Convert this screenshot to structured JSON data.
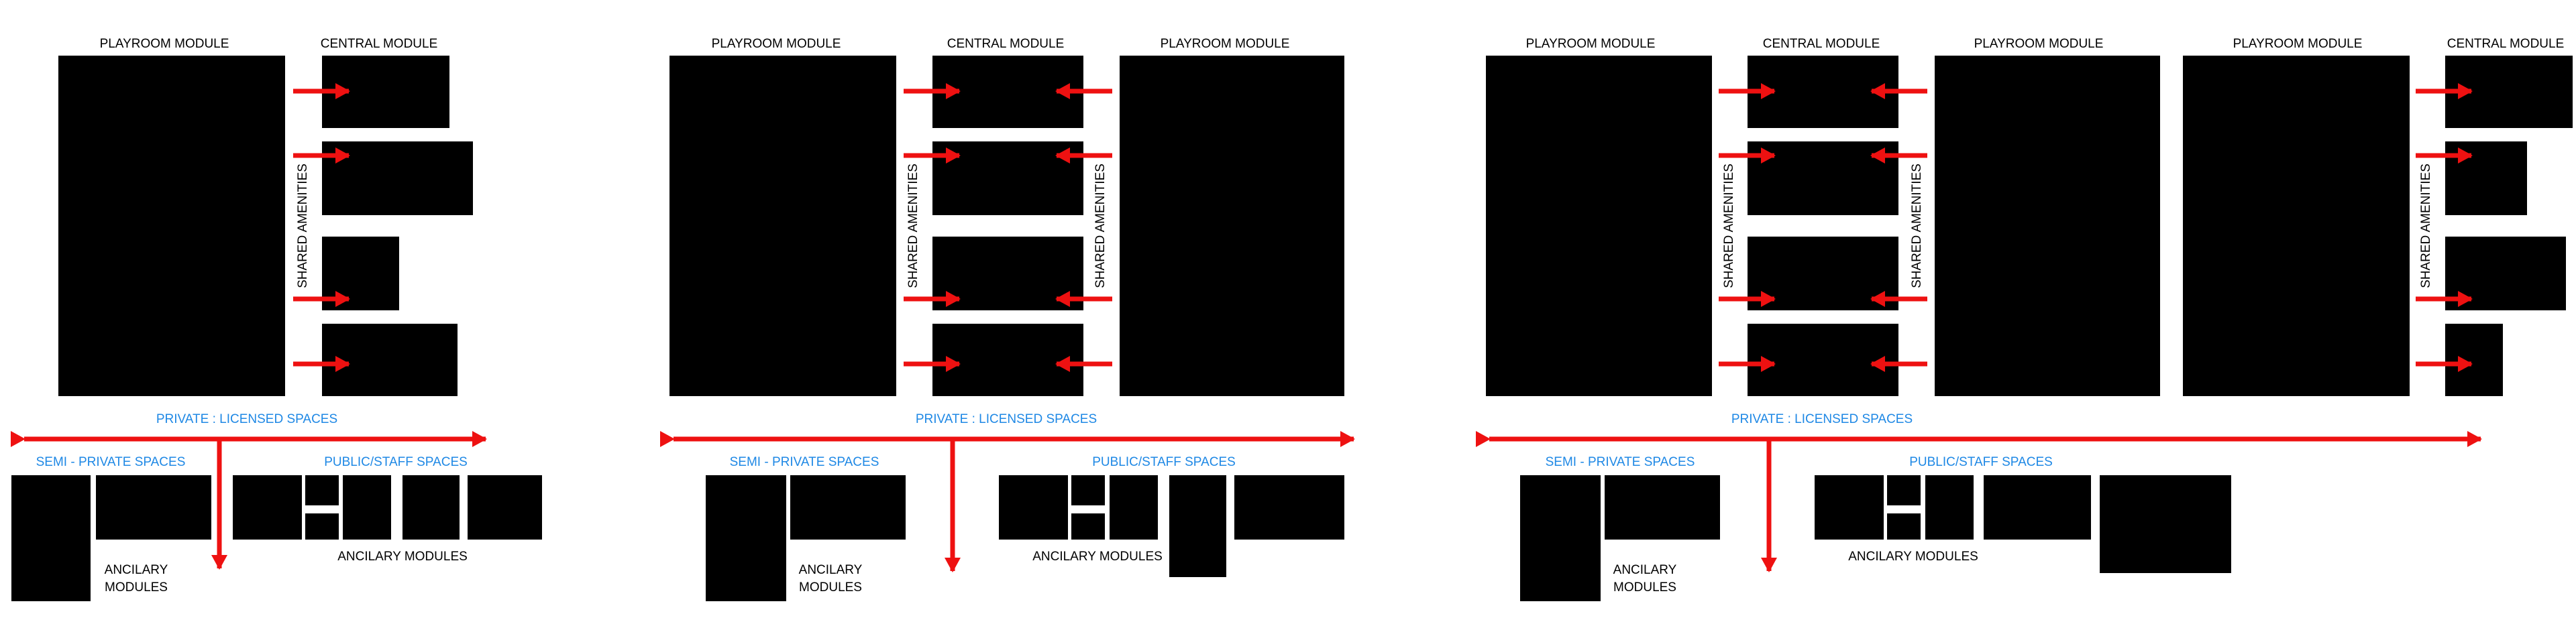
{
  "labels": {
    "playroom": "PLAYROOM MODULE",
    "central": "CENTRAL MODULE",
    "shared": "SHARED AMENITIES",
    "private": "PRIVATE : LICENSED SPACES",
    "semi": "SEMI - PRIVATE SPACES",
    "public": "PUBLIC/STAFF SPACES",
    "ancilary_modules": "ANCILARY MODULES",
    "ancilary": "ANCILARY",
    "modules": "MODULES"
  },
  "colors": {
    "block": "#000000",
    "arrow": "#ee1111",
    "zone_label": "#1e88e5",
    "text": "#000000"
  },
  "icons": [
    "arrow-right-icon",
    "arrow-left-icon",
    "double-arrow-icon",
    "arrow-down-icon"
  ]
}
